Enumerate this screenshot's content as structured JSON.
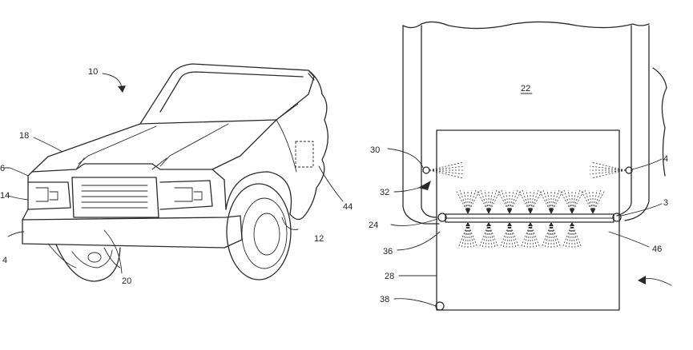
{
  "left_figure": {
    "labels": {
      "l10": "10",
      "l18": "18",
      "l6": "6",
      "l14": "14",
      "l4": "4",
      "l20": "20",
      "l12": "12",
      "l44": "44"
    }
  },
  "right_figure": {
    "labels": {
      "l22": "22",
      "l30": "30",
      "l32": "32",
      "l24": "24",
      "l36": "36",
      "l28": "28",
      "l38": "38",
      "l40": "4",
      "l34": "3",
      "l46": "46"
    }
  }
}
